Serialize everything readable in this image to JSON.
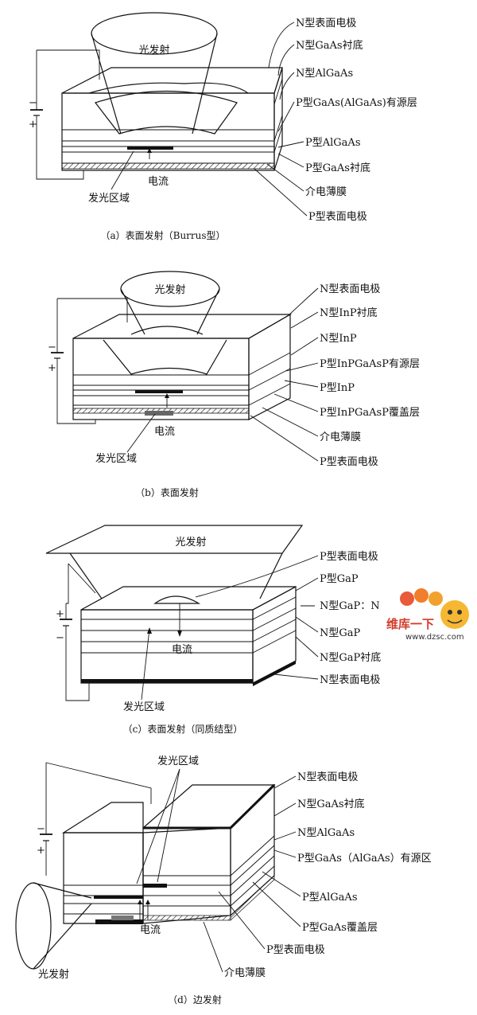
{
  "diagram_a": {
    "light_label": "光发射",
    "labels": [
      "N型表面电极",
      "N型GaAs衬底",
      "N型AlGaAs",
      "P型GaAs(AlGaAs)有源层",
      "P型AlGaAs",
      "P型GaAs衬底",
      "介电薄膜",
      "P型表面电极"
    ],
    "current_label": "电流",
    "region_label": "发光区域",
    "minus": "−",
    "plus": "+",
    "caption": "（a）表面发射（Burrus型）"
  },
  "diagram_b": {
    "light_label": "光发射",
    "labels": [
      "N型表面电极",
      "N型InP衬底",
      "N型InP",
      "P型InPGaAsP有源层",
      "P型InP",
      "P型InPGaAsP覆盖层",
      "介电薄膜",
      "P型表面电极"
    ],
    "current_label": "电流",
    "region_label": "发光区域",
    "minus": "−",
    "plus": "+",
    "caption": "（b）表面发射"
  },
  "diagram_c": {
    "light_label": "光发射",
    "labels": [
      "P型表面电极",
      "P型GaP",
      "N型GaP：N",
      "N型GaP",
      "N型GaP衬底",
      "N型表面电极"
    ],
    "current_label": "电流",
    "region_label": "发光区域",
    "plus": "+",
    "minus": "−",
    "caption": "（c）表面发射（同质结型）"
  },
  "diagram_d": {
    "region_label": "发光区域",
    "labels": [
      "N型表面电极",
      "N型GaAs衬底",
      "N型AlGaAs",
      "P型GaAs（AlGaAs）有源区",
      "P型AlGaAs",
      "P型GaAs覆盖层"
    ],
    "bottom_electrode_label": "P型表面电极",
    "dielectric_label": "介电薄膜",
    "current_label": "电流",
    "light_label": "光发射",
    "minus": "−",
    "plus": "+",
    "caption": "（d）边发射"
  },
  "watermark": {
    "title": "维库一下",
    "url": "www.dzsc.com"
  }
}
